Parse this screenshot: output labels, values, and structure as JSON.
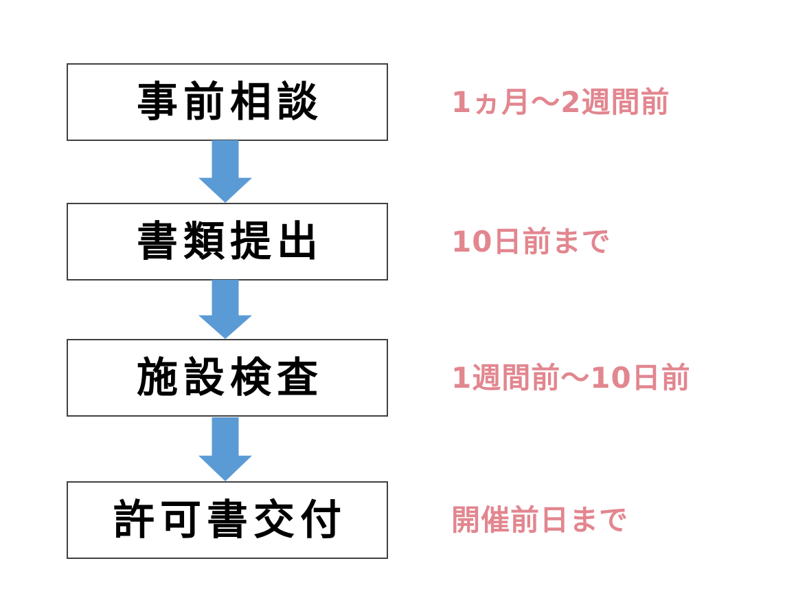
{
  "diagram": {
    "type": "flowchart",
    "direction": "top-down",
    "steps": [
      {
        "label": "事前相談",
        "annotation": "1ヵ月～2週間前"
      },
      {
        "label": "書類提出",
        "annotation": "10日前まで"
      },
      {
        "label": "施設検査",
        "annotation": "1週間前～10日前"
      },
      {
        "label": "許可書交付",
        "annotation": "開催前日まで"
      }
    ],
    "connectors": [
      {
        "from": 0,
        "to": 1,
        "shape": "block-arrow-down"
      },
      {
        "from": 1,
        "to": 2,
        "shape": "block-arrow-down"
      },
      {
        "from": 2,
        "to": 3,
        "shape": "block-arrow-down"
      }
    ]
  },
  "colors": {
    "background": "#ffffff",
    "box-border": "#3f3f3f",
    "box-text": "#000000",
    "arrow": "#5b9bd5",
    "annotation": "#e2868f"
  }
}
